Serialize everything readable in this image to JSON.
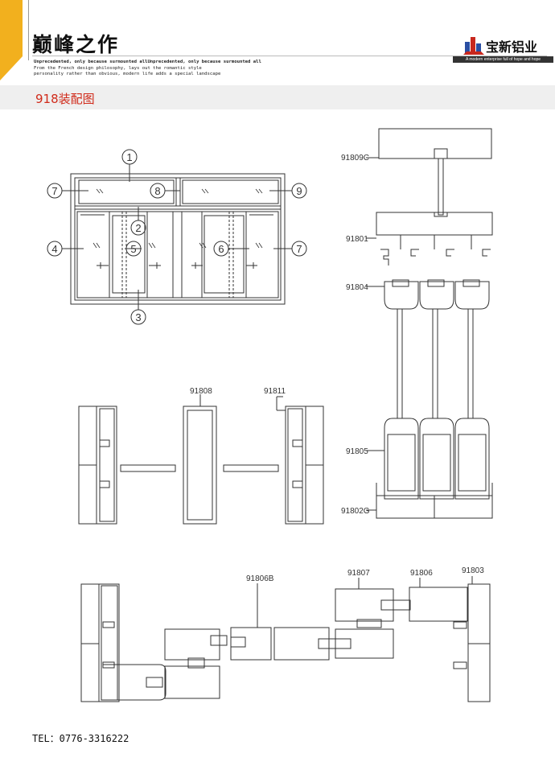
{
  "header": {
    "title": "巅峰之作",
    "tagline_bold": "Unprecedented, only because surmounted allUnprecedented, only because surmounted all",
    "tagline_lines": "From the French design philosophy, lays out the romantic style\npersonality rather than obvious, modern life adds a special landscape"
  },
  "logo": {
    "name": "宝新铝业",
    "slogan": "A modern enterprise full of hope and hope"
  },
  "section": {
    "title": "918装配图"
  },
  "colors": {
    "accent": "#f2b01e",
    "section_title": "#d02a1a",
    "logo_red": "#c8281e",
    "logo_blue": "#2a4fa3"
  },
  "elevation": {
    "callouts": [
      "1",
      "2",
      "3",
      "4",
      "5",
      "6",
      "7",
      "7",
      "8",
      "9"
    ]
  },
  "profiles": {
    "top_section": [
      "91809C",
      "91801",
      "91804",
      "91805",
      "91802G"
    ],
    "middle_section": [
      "91808",
      "91811"
    ],
    "bottom_section": [
      "91806B",
      "91807",
      "91806",
      "91803"
    ]
  },
  "footer": {
    "tel": "TEL：0776-3316222"
  }
}
